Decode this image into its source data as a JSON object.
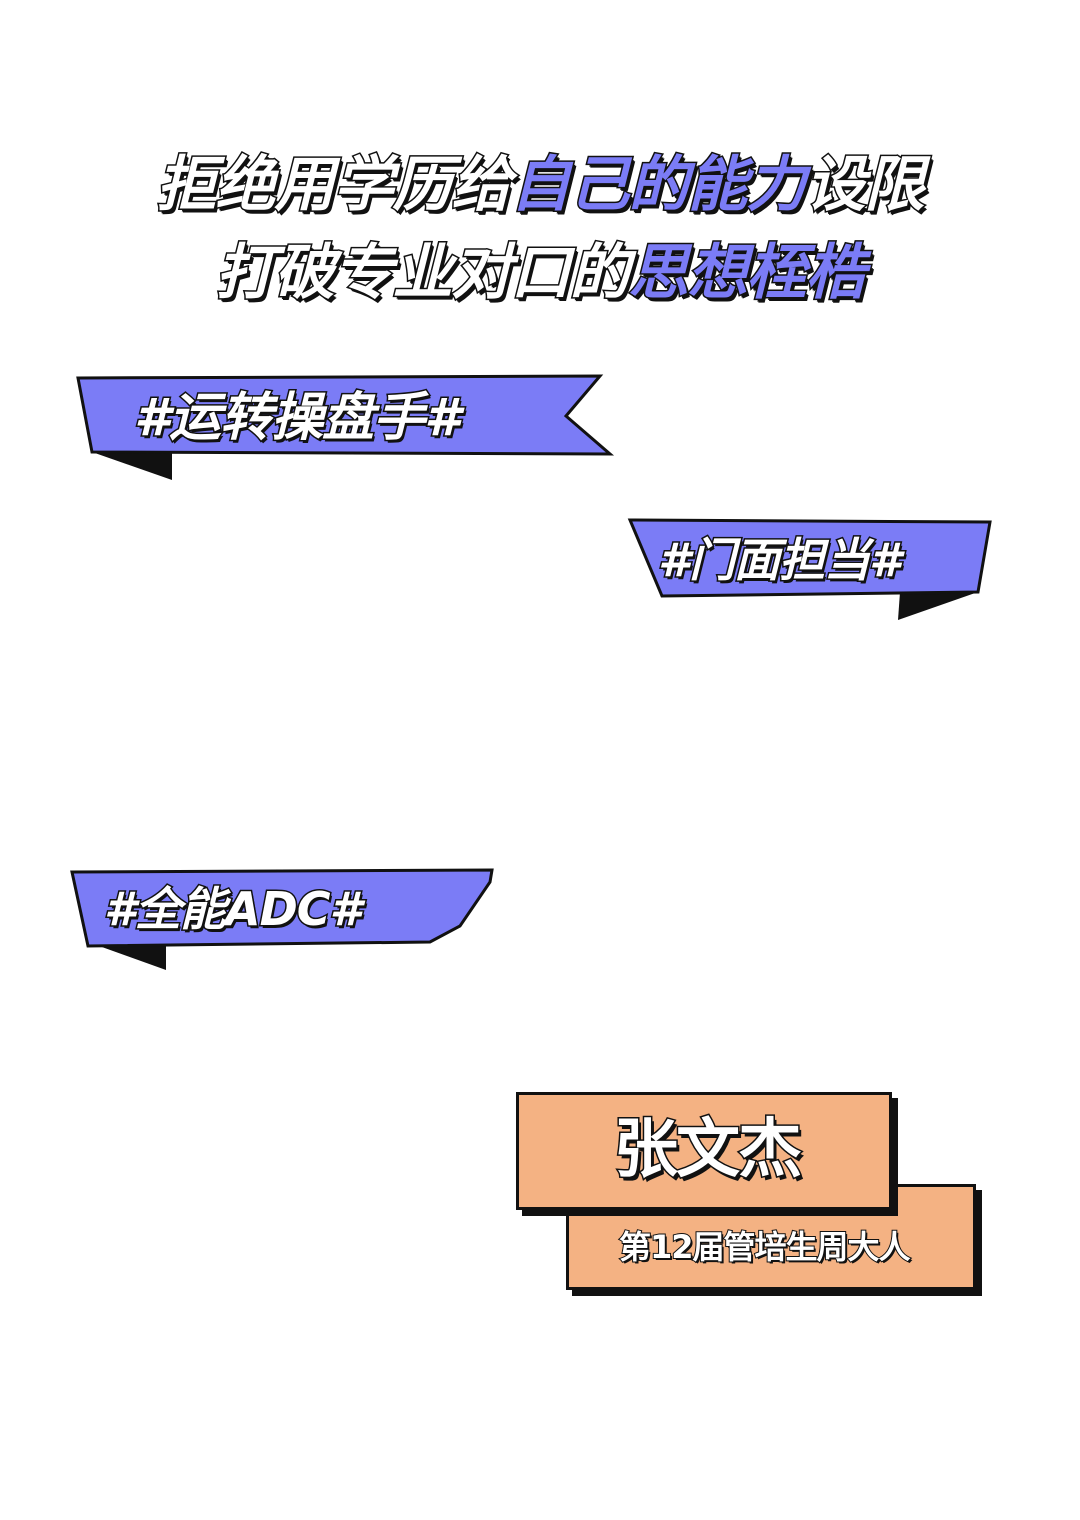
{
  "headline": {
    "line1": [
      {
        "text": "拒绝用学历给",
        "highlight": false
      },
      {
        "text": "自己的能力",
        "highlight": true
      },
      {
        "text": "设限",
        "highlight": false
      }
    ],
    "line2": [
      {
        "text": "打破专业对口的",
        "highlight": false
      },
      {
        "text": "思想桎梏",
        "highlight": true
      }
    ]
  },
  "tags": [
    {
      "text": "#运转操盘手#"
    },
    {
      "text": "#门面担当#"
    },
    {
      "text": "#全能ADC#"
    }
  ],
  "profile": {
    "name": "张文杰",
    "subtitle": "第12届管培生周大人"
  },
  "colors": {
    "accent_purple": "#7b7cf6",
    "card_orange": "#f4b283",
    "outline": "#111111",
    "background": "#ffffff"
  }
}
